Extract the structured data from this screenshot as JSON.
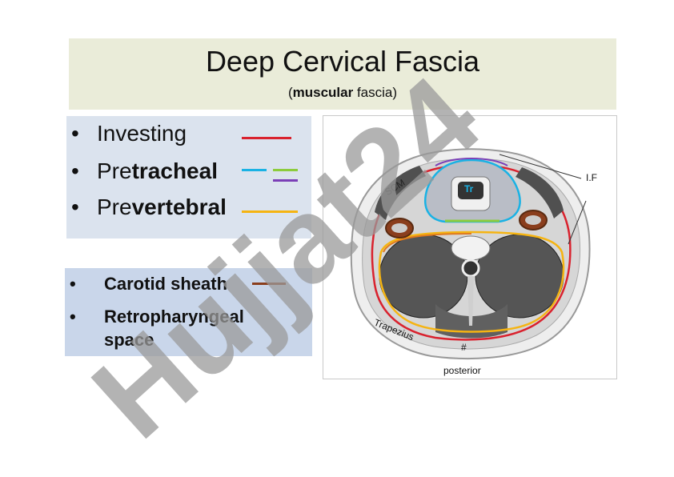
{
  "title": "Deep Cervical Fascia",
  "subtitle_prefix": "(",
  "subtitle_bold": "muscular",
  "subtitle_rest": " fascia)",
  "bullet_char": "•",
  "list1": [
    {
      "plain": "Investing",
      "bold": ""
    },
    {
      "plain": "Pre",
      "bold": "tracheal"
    },
    {
      "plain": "Pre",
      "bold": "vertebral"
    }
  ],
  "list2": [
    {
      "text": "Carotid sheath"
    },
    {
      "text": "Retropharyngeal"
    },
    {
      "text": "space"
    }
  ],
  "figure": {
    "labels": {
      "scm": "SCM",
      "tr": "Tr",
      "if": "I.F",
      "trapezius": "Trapezius",
      "hash": "#",
      "posterior": "posterior"
    }
  },
  "watermark": "Hujjat24",
  "colors": {
    "investing": "#d9222e",
    "pretracheal_blue": "#1ab2e4",
    "pretracheal_green": "#8ccc3c",
    "pretracheal_purple": "#7b3fb7",
    "prevertebral": "#f5b412",
    "carotid": "#8a3e1d",
    "title_bg": "#eaecd9",
    "box1_bg": "#dbe3ee",
    "box2_bg": "#c9d6ea"
  }
}
